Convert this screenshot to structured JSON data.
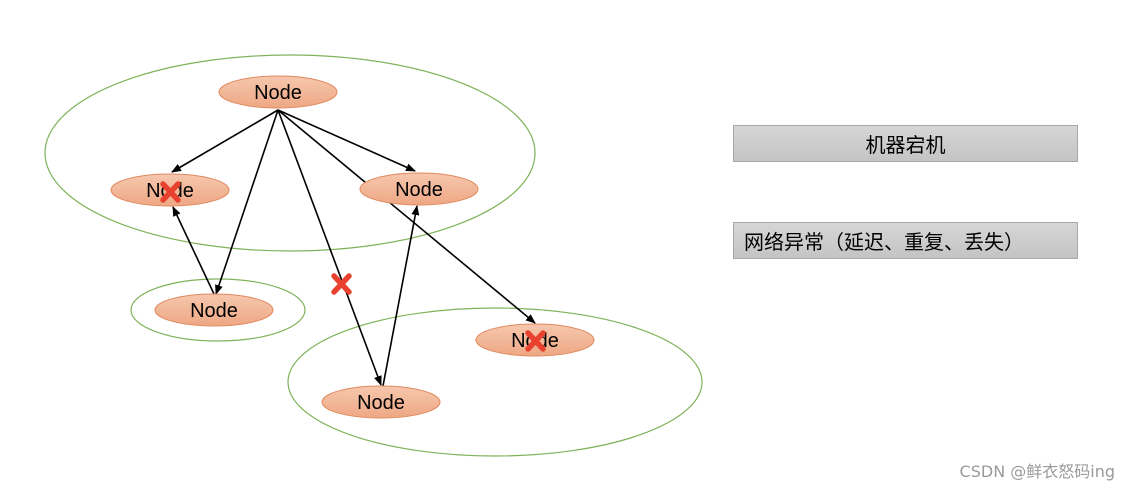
{
  "diagram": {
    "node_label": "Node",
    "legend": {
      "machine_down": "机器宕机",
      "network_fault": "网络异常（延迟、重复、丢失）"
    },
    "colors": {
      "node_fill": "#f4b89b",
      "node_stroke": "#e08a5e",
      "group_stroke": "#7fb35a",
      "arrow": "#000000",
      "fault_mark": "#e8412f"
    }
  },
  "watermark": "CSDN @鲜衣怒码ing"
}
